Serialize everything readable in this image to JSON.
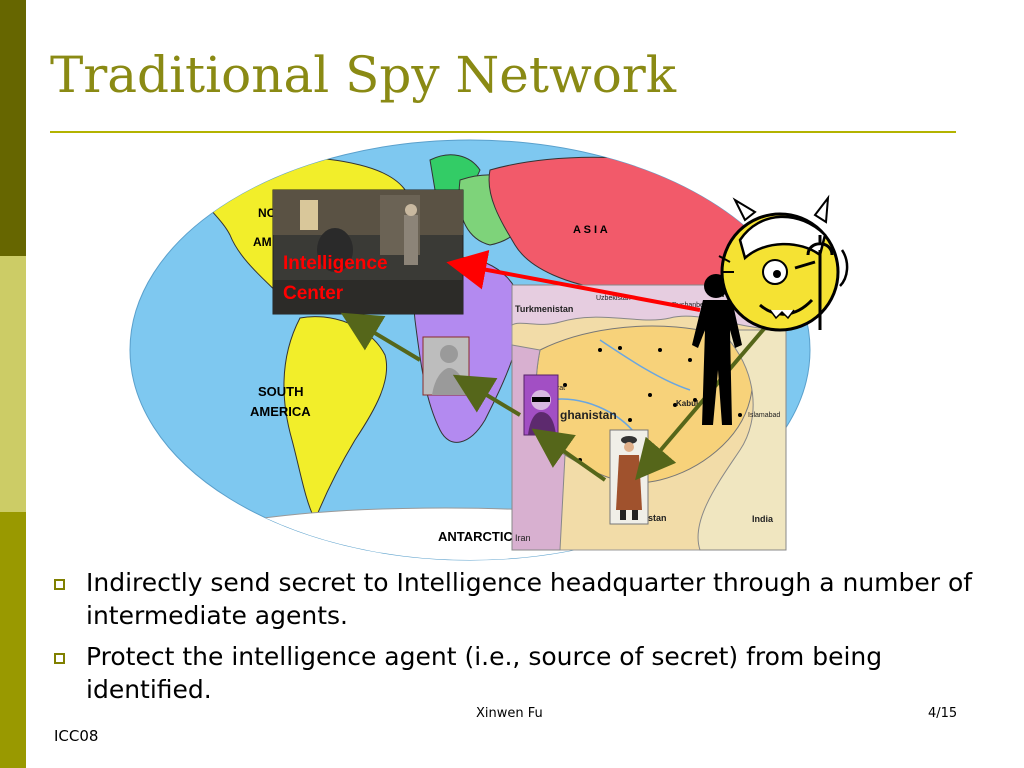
{
  "slide": {
    "title": "Traditional Spy Network",
    "figure": {
      "center_label_line1": "Intelligence",
      "center_label_line2": "Center",
      "map_labels": {
        "north_america_1": "NO",
        "north_america_2": "AM",
        "asia": "A S I A",
        "south_america_1": "SOUTH",
        "south_america_2": "AMERICA",
        "antarctica": "ANTARCTIC",
        "turkmenistan": "Turkmenistan",
        "afghanistan": "ghanistan",
        "iran": "Iran",
        "india": "India",
        "pakistan_fragment": "stan",
        "tajik_fragment": "T",
        "uzbek_fragment": "Uzbekistan",
        "dushanbe": "Dushanbe",
        "kabul": "Kabul",
        "islamabad": "Islamabad",
        "herat": "Herat"
      }
    },
    "bullets": [
      "Indirectly send secret to Intelligence  headquarter through a number of intermediate agents.",
      "Protect the intelligence agent (i.e., source of secret) from being identified."
    ],
    "footer": {
      "author": "Xinwen Fu",
      "page": "4/15",
      "conference": "ICC08"
    },
    "colors": {
      "sidebar_dark": "#666600",
      "sidebar_light": "#cccc66",
      "sidebar_mid": "#999900",
      "title": "#8a8a14",
      "rule": "#b3b300",
      "label_red": "#ff0000"
    }
  }
}
